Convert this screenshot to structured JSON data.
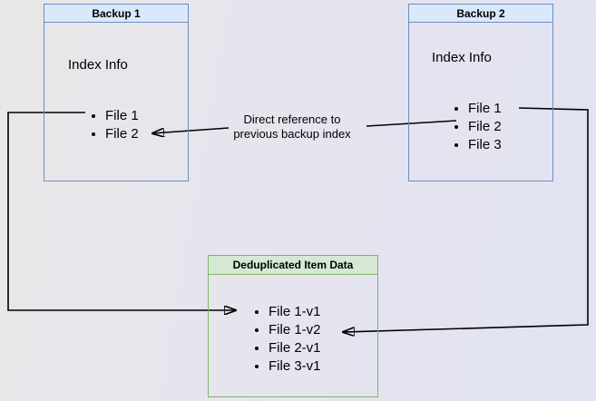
{
  "diagram": {
    "backup1": {
      "title": "Backup 1",
      "section_label": "Index Info",
      "items": [
        "File 1",
        "File 2"
      ]
    },
    "backup2": {
      "title": "Backup 2",
      "section_label": "Index Info",
      "items": [
        "File 1",
        "File 2",
        "File 3"
      ]
    },
    "dedup": {
      "title": "Deduplicated Item Data",
      "items": [
        "File 1-v1",
        "File 1-v2",
        "File 2-v1",
        "File 3-v1"
      ]
    },
    "connector_label": {
      "line1": "Direct reference to",
      "line2": "previous backup index"
    },
    "colors": {
      "blue_fill": "#dae8fc",
      "blue_border": "#6c8ebf",
      "green_fill": "#d5e8d4",
      "green_border": "#82b366",
      "arrow": "#000000"
    }
  }
}
